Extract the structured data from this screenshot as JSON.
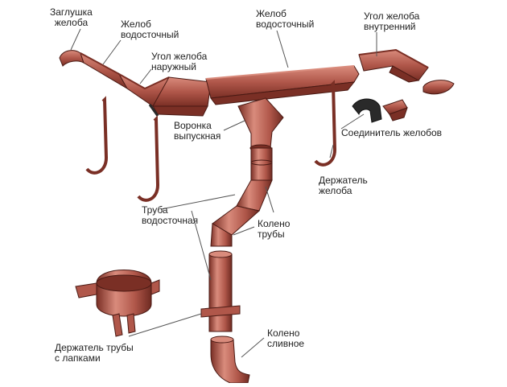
{
  "diagram": {
    "colors": {
      "metal": "#b0574a",
      "metal_light": "#d98b7c",
      "metal_dark": "#7a2f25",
      "outline": "#4a1a14",
      "seal": "#2a2a2a",
      "leader": "#555555",
      "text": "#222222"
    },
    "labels": {
      "gutter_cap": "Заглушка\nжелоба",
      "gutter_left": "Желоб\nводосточный",
      "outer_corner": "Угол желоба\nнаружный",
      "gutter_main": "Желоб\nводосточный",
      "inner_corner": "Угол желоба\nвнутренний",
      "funnel": "Воронка\nвыпускная",
      "connector": "Соединитель желобов",
      "bracket": "Держатель\nжелоба",
      "pipe": "Труба\nводосточная",
      "elbow": "Колено\nтрубы",
      "pipe_holder": "Держатель трубы\nс лапками",
      "drain_elbow": "Колено\nсливное"
    }
  }
}
